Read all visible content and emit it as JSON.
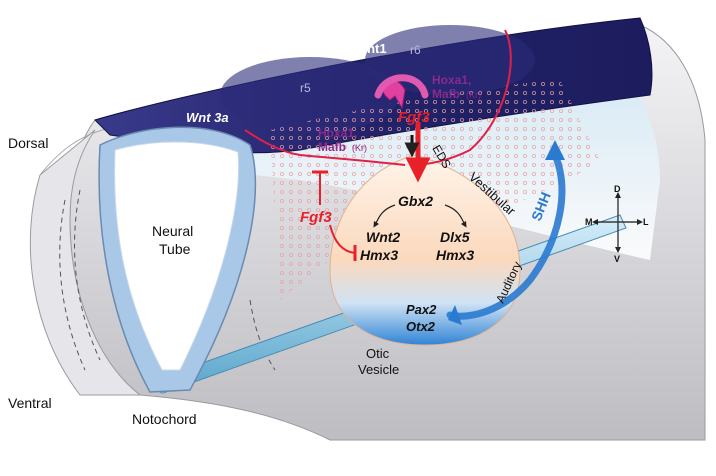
{
  "labels": {
    "dorsal": "Dorsal",
    "ventral": "Ventral",
    "neural_tube_1": "Neural",
    "neural_tube_2": "Tube",
    "notochord": "Notochord",
    "otic_1": "Otic",
    "otic_2": "Vesicle",
    "eds": "EDS",
    "vestibular": "Vestibular",
    "auditory": "Auditory",
    "r5": "r5",
    "r6": "r6"
  },
  "genes": {
    "wnt3a_left": "Wnt 3a",
    "wnt3a_wnt1": "Wnt 3a, Wnt1",
    "wnt1": "Wnt1",
    "hoxa1_left": "Hoxa1,",
    "mafb_left": "Mafb",
    "kr_left": "(Kr)",
    "hoxa1_right": "Hoxa1,",
    "mafb_right": "Mafb",
    "kr_right": "(Kr)",
    "fgf3_top": "Fgf3",
    "fgf3_left": "Fgf3",
    "gbx2": "Gbx2",
    "wnt2": "Wnt2",
    "hmx3_left": "Hmx3",
    "dlx5": "Dlx5",
    "hmx3_right": "Hmx3",
    "pax2": "Pax2",
    "otx2": "Otx2",
    "shh": "SHH"
  },
  "compass": {
    "d": "D",
    "v": "V",
    "m": "M",
    "l": "L"
  },
  "colors": {
    "roof": "#2a2a78",
    "fgf": "#e8202a",
    "hox": "#8a2a8a",
    "shh": "#2a7ad0",
    "vesicle_top": "#fde6d4",
    "vesicle_bottom": "#3a8ad8"
  }
}
